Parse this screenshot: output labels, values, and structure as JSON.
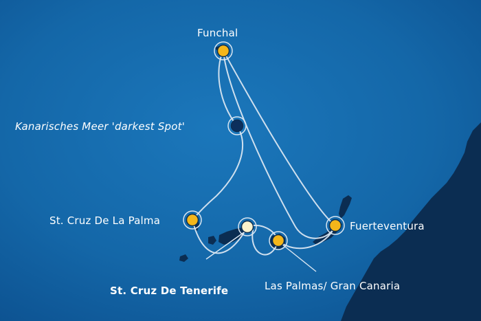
{
  "ports": [
    {
      "id": "funchal",
      "label": "Funchal",
      "marker": "port-yellow",
      "emphasis": "normal"
    },
    {
      "id": "sea-day",
      "label": "Kanarisches Meer 'darkest Spot'",
      "marker": "sea-day-dark",
      "emphasis": "italic"
    },
    {
      "id": "la-palma",
      "label": "St. Cruz De La Palma",
      "marker": "port-yellow",
      "emphasis": "normal"
    },
    {
      "id": "tenerife",
      "label": "St. Cruz De Tenerife",
      "marker": "port-embarkation",
      "emphasis": "bold"
    },
    {
      "id": "gran-canaria",
      "label": "Las Palmas/ Gran Canaria",
      "marker": "port-yellow",
      "emphasis": "normal"
    },
    {
      "id": "fuerteventura",
      "label": "Fuerteventura",
      "marker": "port-yellow",
      "emphasis": "normal"
    }
  ],
  "colors": {
    "ocean": "#1467a8",
    "ocean_deep": "#0e4f8c",
    "land": "#0b2d52",
    "route": "#d9e6f2",
    "port_fill": "#f4b61a",
    "embarkation_fill": "#fbf2cc",
    "sea_day_fill": "#0c2f5c",
    "label": "#ffffff"
  }
}
